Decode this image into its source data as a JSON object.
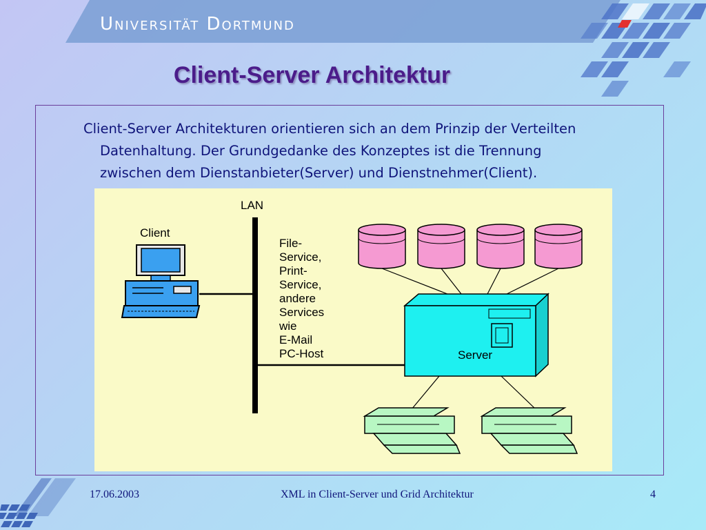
{
  "header": {
    "university": "Universität Dortmund"
  },
  "slide": {
    "title": "Client-Server Architektur",
    "body_line1": "Client-Server Architekturen orientieren sich an dem Prinzip der Verteilten",
    "body_line2": "Datenhaltung. Der Grundgedanke des Konzeptes ist die Trennung",
    "body_line3": "zwischen dem Dienstanbieter(Server) und Dienstnehmer(Client)."
  },
  "diagram": {
    "lan_label": "LAN",
    "client_label": "Client",
    "server_label": "Server",
    "services_lines": [
      "File-",
      "Service,",
      "Print-",
      "Service,",
      "andere",
      "Services",
      "wie",
      "E-Mail",
      "PC-Host"
    ]
  },
  "footer": {
    "date": "17.06.2003",
    "title": "XML in Client-Server und Grid Architektur",
    "page": "4"
  },
  "colors": {
    "title": "#4b1c8a",
    "body_text": "#0f147a",
    "diagram_bg": "#fafac8",
    "database": "#f59ad2",
    "server": "#1ef0f0",
    "printer": "#b8f7c3",
    "client": "#3aa0f0"
  }
}
